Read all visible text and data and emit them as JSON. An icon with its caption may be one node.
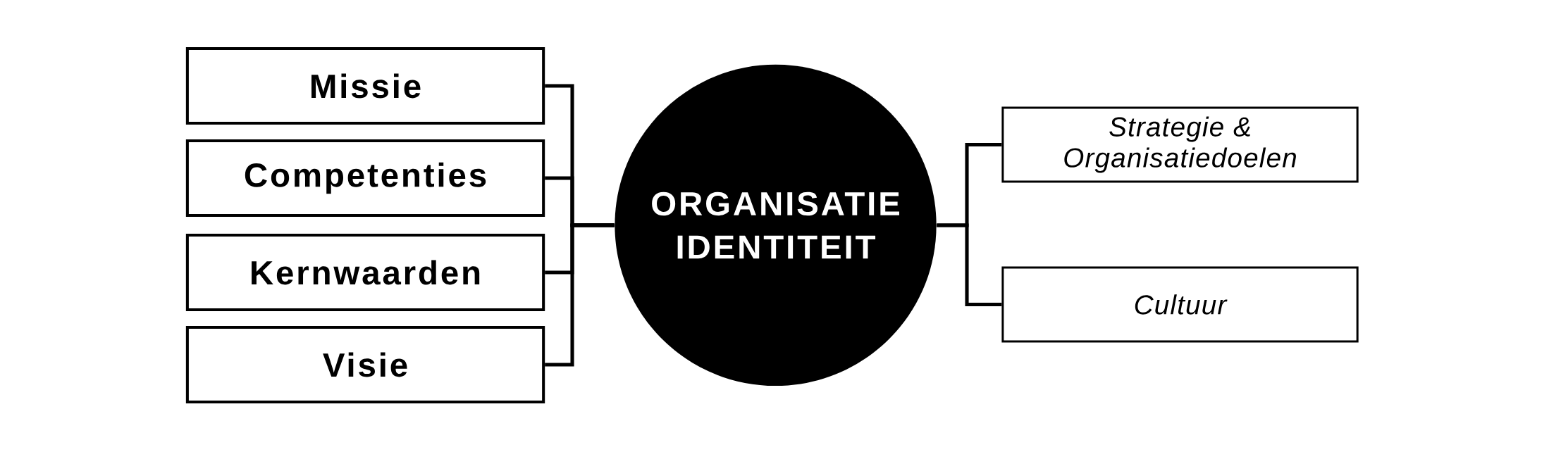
{
  "diagram": {
    "nodes": [
      {
        "text": [
          "Missie"
        ]
      },
      {
        "text": [
          "Competenties"
        ]
      },
      {
        "text": [
          "Kernwaarden"
        ]
      },
      {
        "text": [
          "Visie"
        ]
      },
      {
        "text": [
          "ORGANISATIE IDENTITEIT"
        ]
      },
      {
        "text": [
          "Strategie & Organisatiedoelen"
        ]
      },
      {
        "text": [
          "Cultuur"
        ]
      }
    ],
    "edges": [
      {
        "from": 0,
        "to": 4,
        "arrow": "none"
      },
      {
        "from": 1,
        "to": 4,
        "arrow": "none"
      },
      {
        "from": 2,
        "to": 4,
        "arrow": "none"
      },
      {
        "from": 3,
        "to": 4,
        "arrow": "none"
      },
      {
        "from": 4,
        "to": 5,
        "arrow": "none"
      },
      {
        "from": 4,
        "to": 6,
        "arrow": "none"
      }
    ]
  }
}
